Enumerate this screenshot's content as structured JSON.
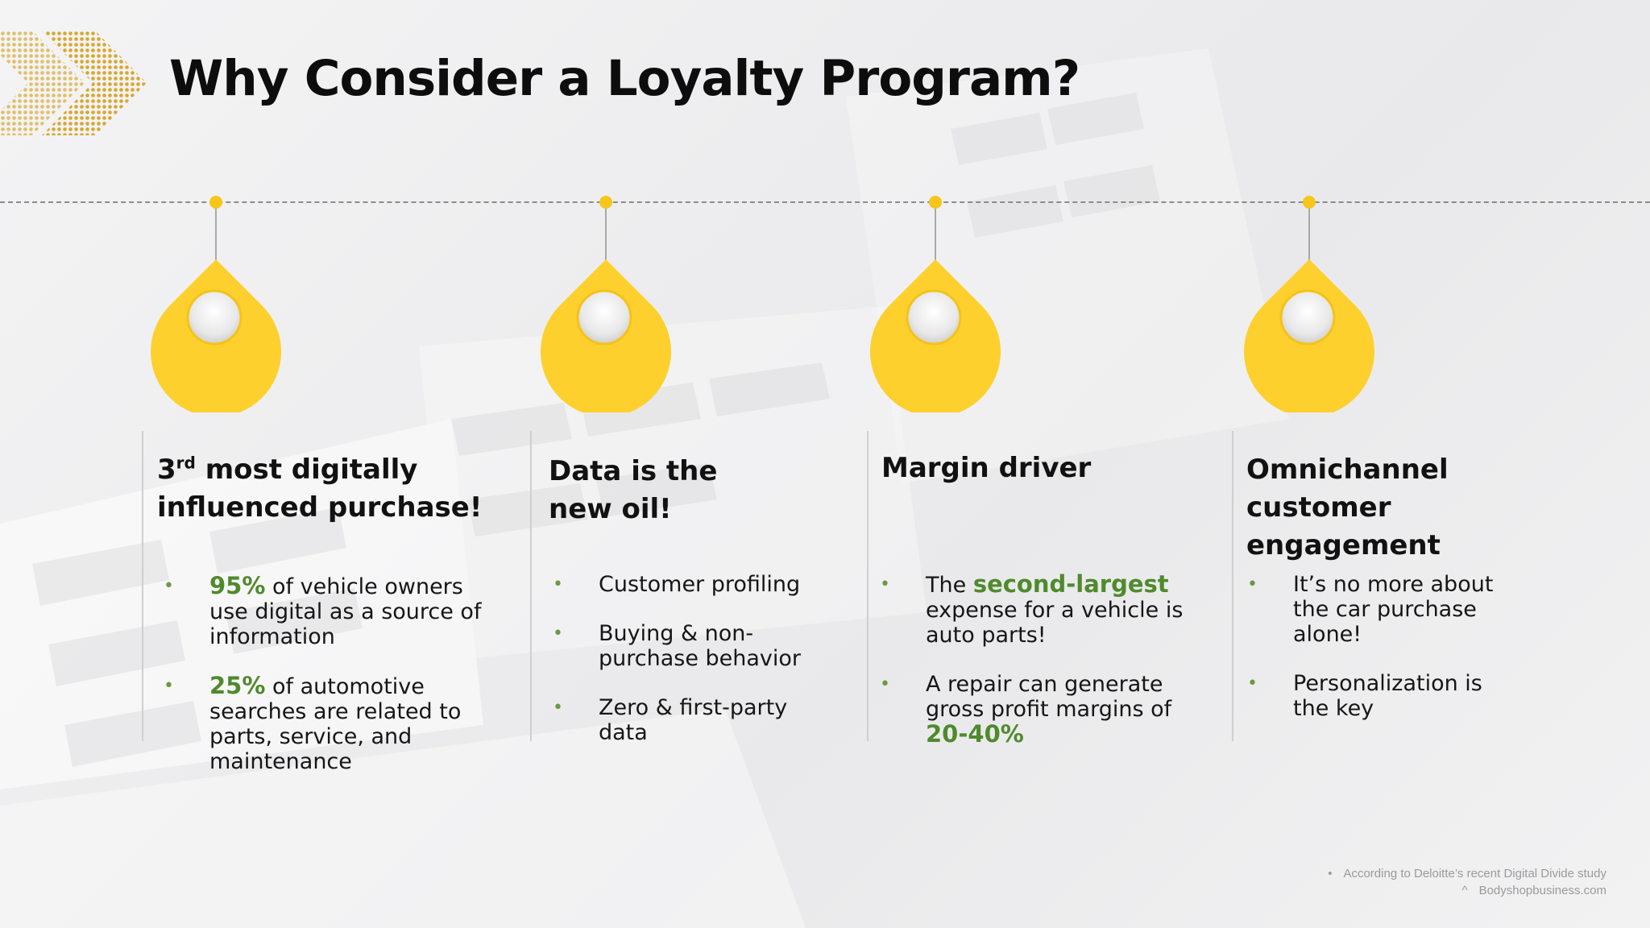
{
  "title": "Why Consider a Loyalty Program?",
  "colors": {
    "accent": "#f6c619",
    "highlight": "#4f8a2c",
    "text": "#111111"
  },
  "columns": [
    {
      "heading_prefix": "3",
      "heading_sup": "rd",
      "heading_rest": " most digitally influenced purchase!",
      "bullets": [
        {
          "marker": "•",
          "highlight": "95%",
          "text": " of vehicle owners use digital as a source of information"
        },
        {
          "marker": "•",
          "highlight": "25%",
          "text": " of automotive searches are related to parts, service, and maintenance"
        }
      ]
    },
    {
      "heading": "Data is the new oil!",
      "bullets": [
        {
          "marker": "•",
          "text": "Customer profiling"
        },
        {
          "marker": "•",
          "text": "Buying & non-purchase behavior"
        },
        {
          "marker": "•",
          "text": "Zero & first-party data"
        }
      ]
    },
    {
      "heading": "Margin driver",
      "bullets": [
        {
          "marker": "•",
          "pre": "The ",
          "highlight": "second-largest",
          "text": " expense for a vehicle is auto parts!"
        },
        {
          "marker": "•",
          "text": "A repair can generate gross profit margins of ",
          "highlight": "20-40%"
        }
      ]
    },
    {
      "heading": "Omnichannel customer engagement",
      "bullets": [
        {
          "marker": "•",
          "text": "It’s no more about the car purchase alone!"
        },
        {
          "marker": "•",
          "text": "Personalization is the key"
        }
      ]
    }
  ],
  "footnotes": [
    {
      "marker": "•",
      "text": "According to Deloitte’s recent Digital Divide study"
    },
    {
      "marker": "^",
      "text": "Bodyshopbusiness.com"
    }
  ]
}
